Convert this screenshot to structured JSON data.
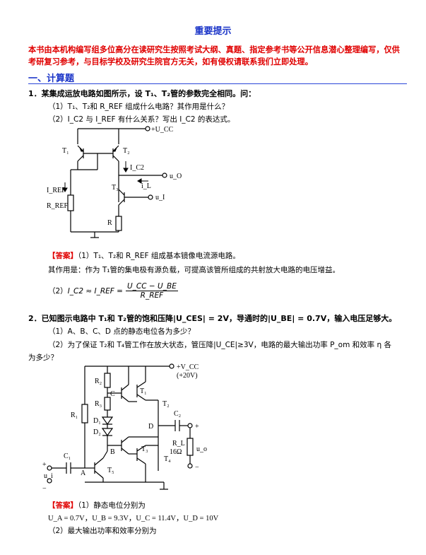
{
  "header": {
    "title": "重要提示",
    "notice": "本书由本机构编写组多位高分在读研究生按照考试大纲、真题、指定参考书等公开信息潜心整理编写，仅供考研复习参考，与目标学校及研究生院官方无关，如有侵权请联系我们立即处理。"
  },
  "section": {
    "title": "一、计算题"
  },
  "q1": {
    "stem": "1．某集成运放电路如图所示，设 T₁、T₂管的参数完全相同。问：",
    "sub1": "（1）T₁、T₂和 R_REF 组成什么电路？其作用是什么？",
    "sub2": "（2）I_C2 与 I_REF 有什么关系？写出 I_C2 的表达式。",
    "circuit": {
      "vcc": "+U_CC",
      "t1": "T₁",
      "t2": "T₂",
      "t3": "T₃",
      "ic2": "I_C2",
      "uo": "u_O",
      "il": "i_L",
      "ui": "u_I",
      "iref": "I_REF",
      "rref": "R_REF",
      "r": "R"
    },
    "answer_label": "【答案】",
    "answer_1": "（1）T₁、T₂和 R_REF 组成基本镜像电流源电路。",
    "answer_2": "其作用是：作为 T₁管的集电极有源负载，可提高该管所组成的共射放大电路的电压增益。",
    "answer_3_prefix": "（2）",
    "formula_lhs": "I_C2 ≈ I_REF =",
    "formula_num": "U_CC − U_BE",
    "formula_den": "R_REF"
  },
  "q2": {
    "stem": "2．已知图示电路中 T₁和 T₂管的饱和压降|U_CES| = 2V，导通时的|U_BE| = 0.7V，输入电压足够大。",
    "sub1": "（1）A、B、C、D 点的静态电位各为多少？",
    "sub2": "（2）为了保证 T₂和 T₄管工作在放大状态，管压降|U_CE|≥3V，电路的最大输出功率 P_om 和效率 η 各",
    "sub2_cont": "为多少？",
    "circuit": {
      "vcc": "+V_CC",
      "vcc_val": "(+20V)",
      "r1": "R₁",
      "r2": "R₂",
      "r3": "R₃",
      "rl": "R_L",
      "rl_val": "16Ω",
      "c1": "C₁",
      "c2": "C₂",
      "d1": "D₁",
      "d2": "D₂",
      "t1": "T₁",
      "t2": "T₂",
      "t3": "T₃",
      "t4": "T₄",
      "t5": "T₅",
      "a": "A",
      "b": "B",
      "c": "C",
      "d": "D",
      "ui": "u_i",
      "uo": "u_o",
      "plus": "+",
      "minus": "−"
    },
    "answer_label": "【答案】",
    "answer_1": "（1）静态电位分别为",
    "answer_values": "U_A = 0.7V，U_B = 9.3V，U_C = 11.4V，U_D = 10V",
    "answer_2": "（2）最大输出功率和效率分别为"
  }
}
